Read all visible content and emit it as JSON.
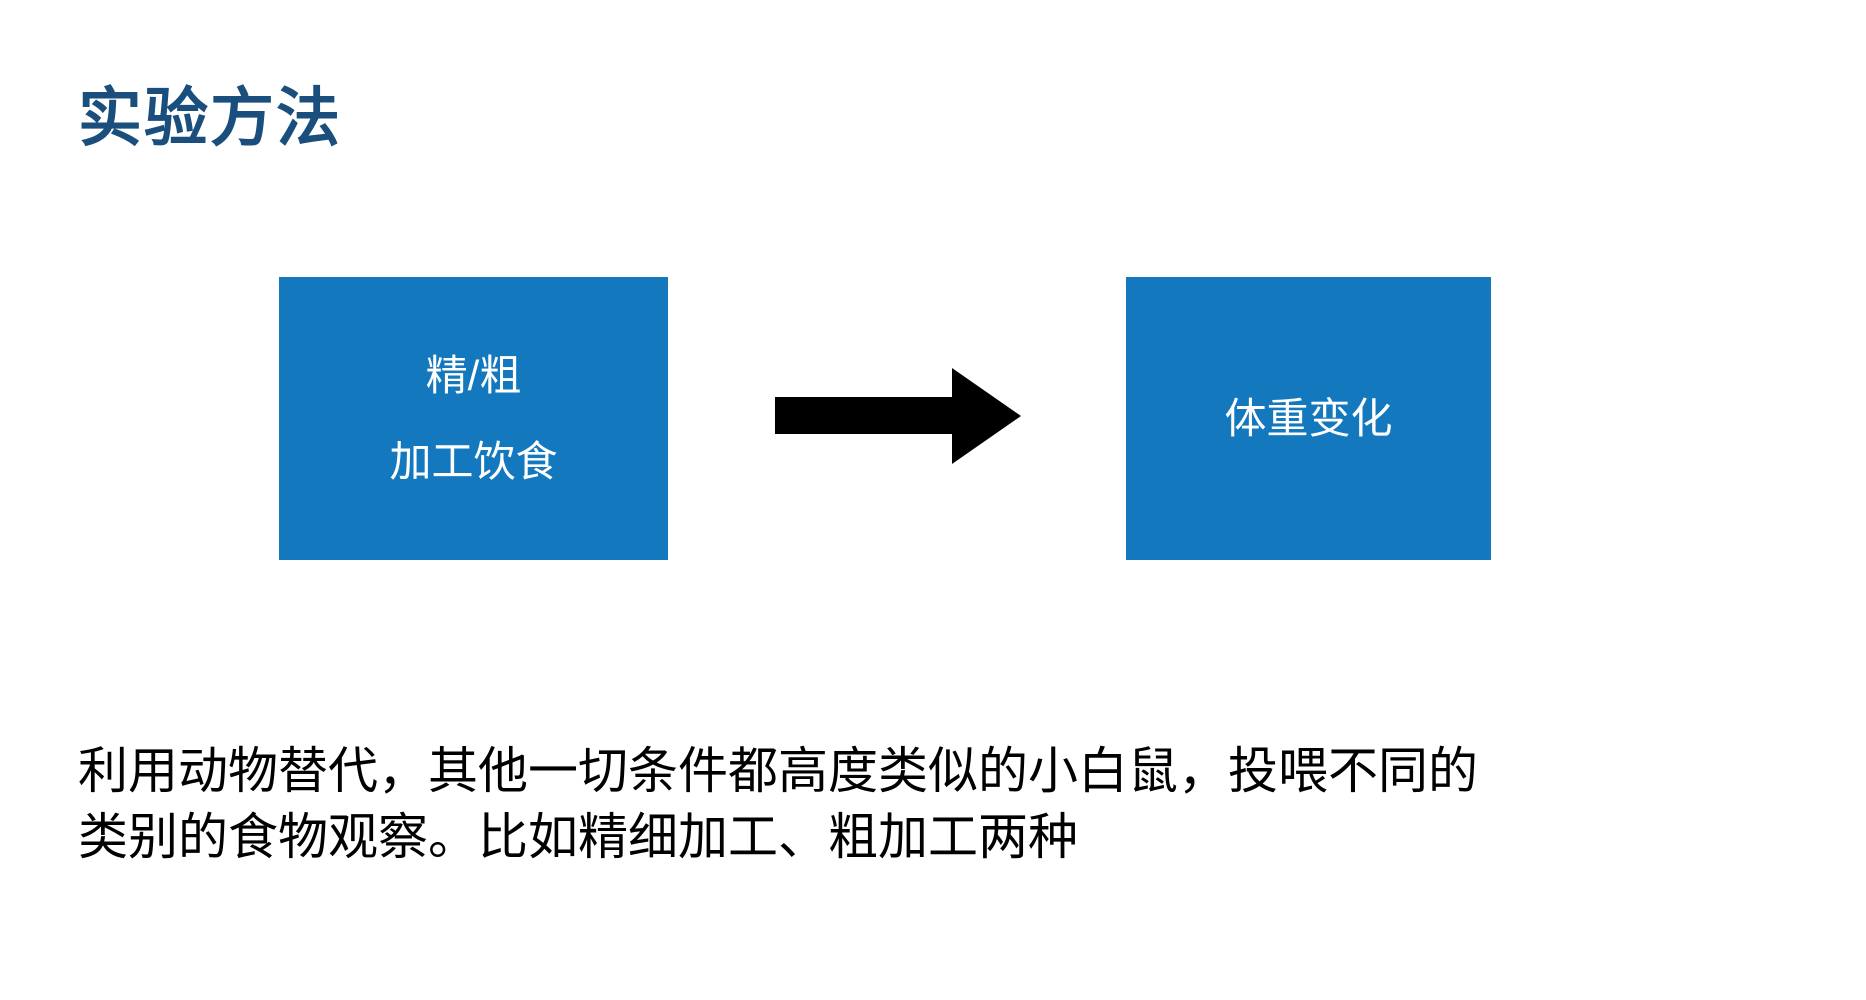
{
  "slide": {
    "title": "实验方法",
    "title_color": "#1A4E7D",
    "background_color": "#FFFFFF"
  },
  "diagram": {
    "type": "flow",
    "accent_color": "#1378BE",
    "arrow_color": "#000000",
    "nodes": [
      {
        "id": "input",
        "lines": [
          "精/粗",
          "加工饮食"
        ],
        "fill": "#1378BE",
        "text_color": "#FFFFFF"
      },
      {
        "id": "output",
        "lines": [
          "体重变化"
        ],
        "fill": "#1378BE",
        "text_color": "#FFFFFF"
      }
    ],
    "connector": {
      "icon": "right-arrow-icon",
      "from": "input",
      "to": "output"
    }
  },
  "body": {
    "lines": [
      "利用动物替代，其他一切条件都高度类似的小白鼠，投喂不同的",
      "类别的食物观察。比如精细加工、粗加工两种"
    ]
  }
}
